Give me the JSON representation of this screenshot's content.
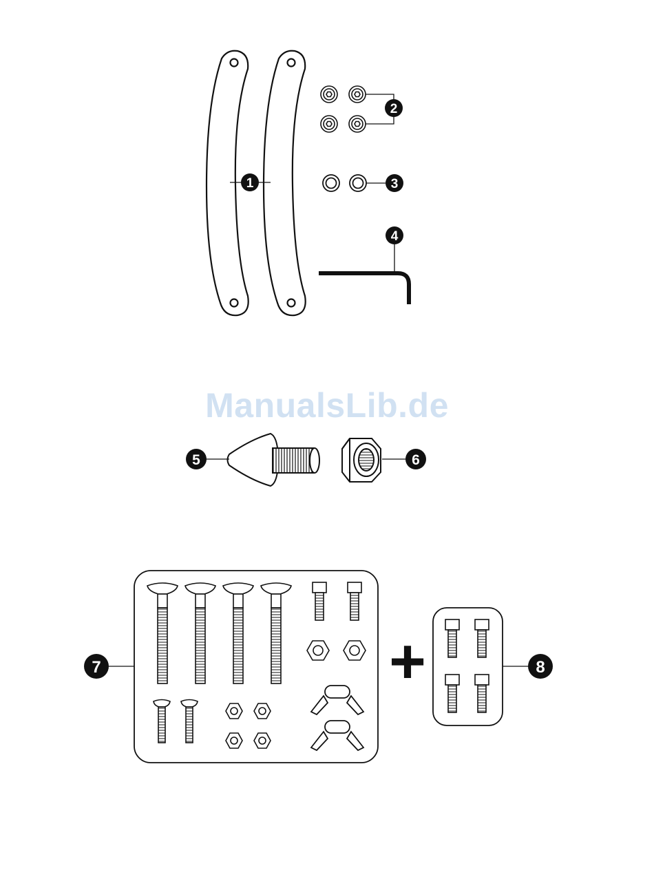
{
  "watermark": "ManualsLib.de",
  "callouts": [
    {
      "id": "1",
      "label": "1"
    },
    {
      "id": "2",
      "label": "2"
    },
    {
      "id": "3",
      "label": "3"
    },
    {
      "id": "4",
      "label": "4"
    },
    {
      "id": "5",
      "label": "5"
    },
    {
      "id": "6",
      "label": "6"
    },
    {
      "id": "7",
      "label": "7"
    },
    {
      "id": "8",
      "label": "8"
    }
  ],
  "plus_sign": "+",
  "colors": {
    "ink": "#111111",
    "paper": "#ffffff",
    "watermark": "#cfe0f2"
  }
}
